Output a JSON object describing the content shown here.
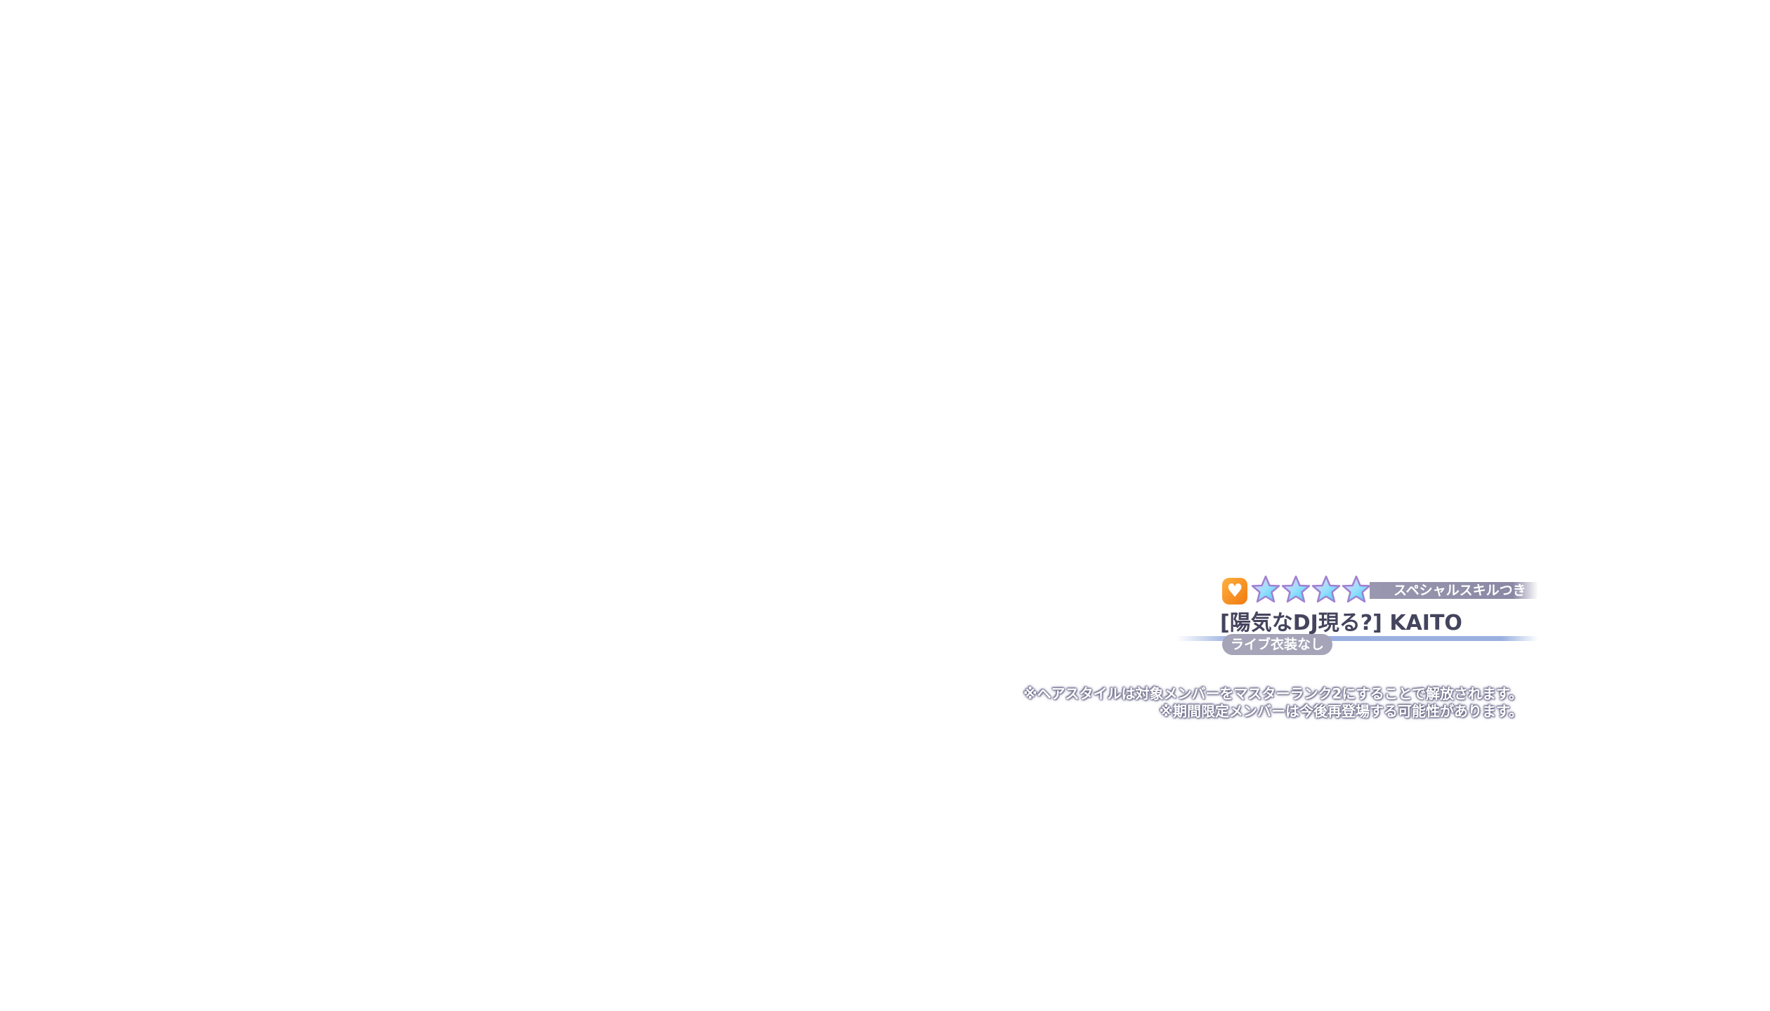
{
  "card": {
    "attribute_icon": "heart-icon",
    "rarity_stars": 4,
    "skill_badge": "スペシャルスキルつき",
    "title": "[陽気なDJ現る?] KAITO",
    "costume_badge": "ライブ衣装なし"
  },
  "notes": [
    "※ヘアスタイルは対象メンバーをマスターランク2にすることで解放されます。",
    "※期間限定メンバーは今後再登場する可能性があります。"
  ],
  "colors": {
    "accent_orange": "#f07a10",
    "title": "#44445e",
    "line": "#9ab0e0"
  }
}
